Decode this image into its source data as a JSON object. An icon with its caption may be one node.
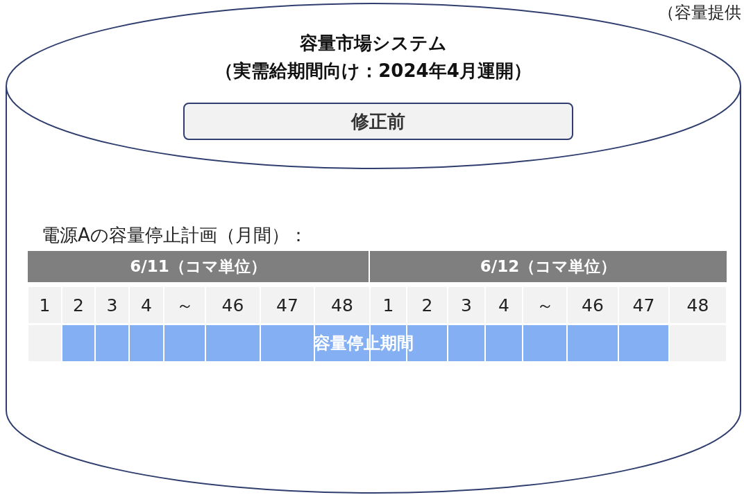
{
  "diagram": {
    "nodes": [
      {
        "text": [
          "容量市場システム",
          "（実需給期間向け：2024年4月運開）"
        ]
      },
      {
        "text": [
          "修正前"
        ],
        "in": 0
      }
    ],
    "edges": [],
    "labels": [
      "（容量提供",
      "電源Aの容量停止計画（月間）：",
      "6/11（コマ単位）",
      "6/12（コマ単位）",
      "1",
      "2",
      "3",
      "4",
      "～",
      "46",
      "47",
      "48",
      "1",
      "2",
      "3",
      "4",
      "～",
      "46",
      "47",
      "48",
      "容量停止期間"
    ]
  }
}
